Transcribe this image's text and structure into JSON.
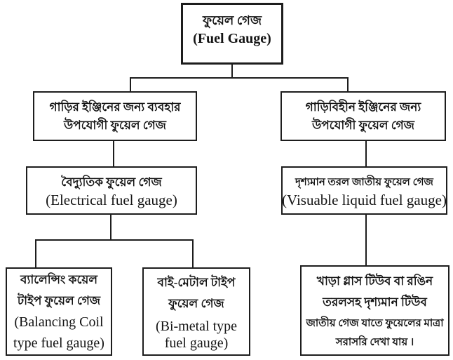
{
  "colors": {
    "border": "#1d1d1d",
    "line": "#1d1d1d",
    "text": "#141414",
    "background": "#ffffff"
  },
  "nodes": {
    "root": {
      "lines": [
        "ফুয়েল গেজ",
        "(Fuel Gauge)"
      ]
    },
    "engine": {
      "lines": [
        "গাড়ির ইঞ্জিনের জন্য ব্যবহার",
        "উপযোগী ফুয়েল গেজ"
      ]
    },
    "non_engine": {
      "lines": [
        "গাড়িবিহীন ইঞ্জিনের জন্য",
        "উপযোগী ফুয়েল গেজ"
      ]
    },
    "electrical": {
      "lines": [
        "বৈদ্যুতিক ফুয়েল গেজ",
        "(Electrical fuel gauge)"
      ]
    },
    "visuable": {
      "lines": [
        "দৃশ্যমান তরল জাতীয় ফুয়েল গেজ",
        "(Visuable liquid fuel gauge)"
      ]
    },
    "balancing": {
      "lines": [
        "ব্যালেন্সিং কয়েল",
        "টাইপ ফুয়েল গেজ",
        "(Balancing Coil",
        "type fuel gauge)"
      ]
    },
    "bimetal": {
      "lines": [
        "বাই-মেটাল টাইপ",
        "ফুয়েল গেজ",
        "(Bi-metal type",
        "fuel gauge)"
      ]
    },
    "tube": {
      "lines": [
        "খাড়া গ্লাস টিউব বা রঙিন",
        "তরলসহ দৃশ্যমান টিউব",
        "জাতীয় গেজ যাতে ফুয়েলের মাত্রা",
        "সরাসরি দেখা যায় ।"
      ]
    }
  }
}
